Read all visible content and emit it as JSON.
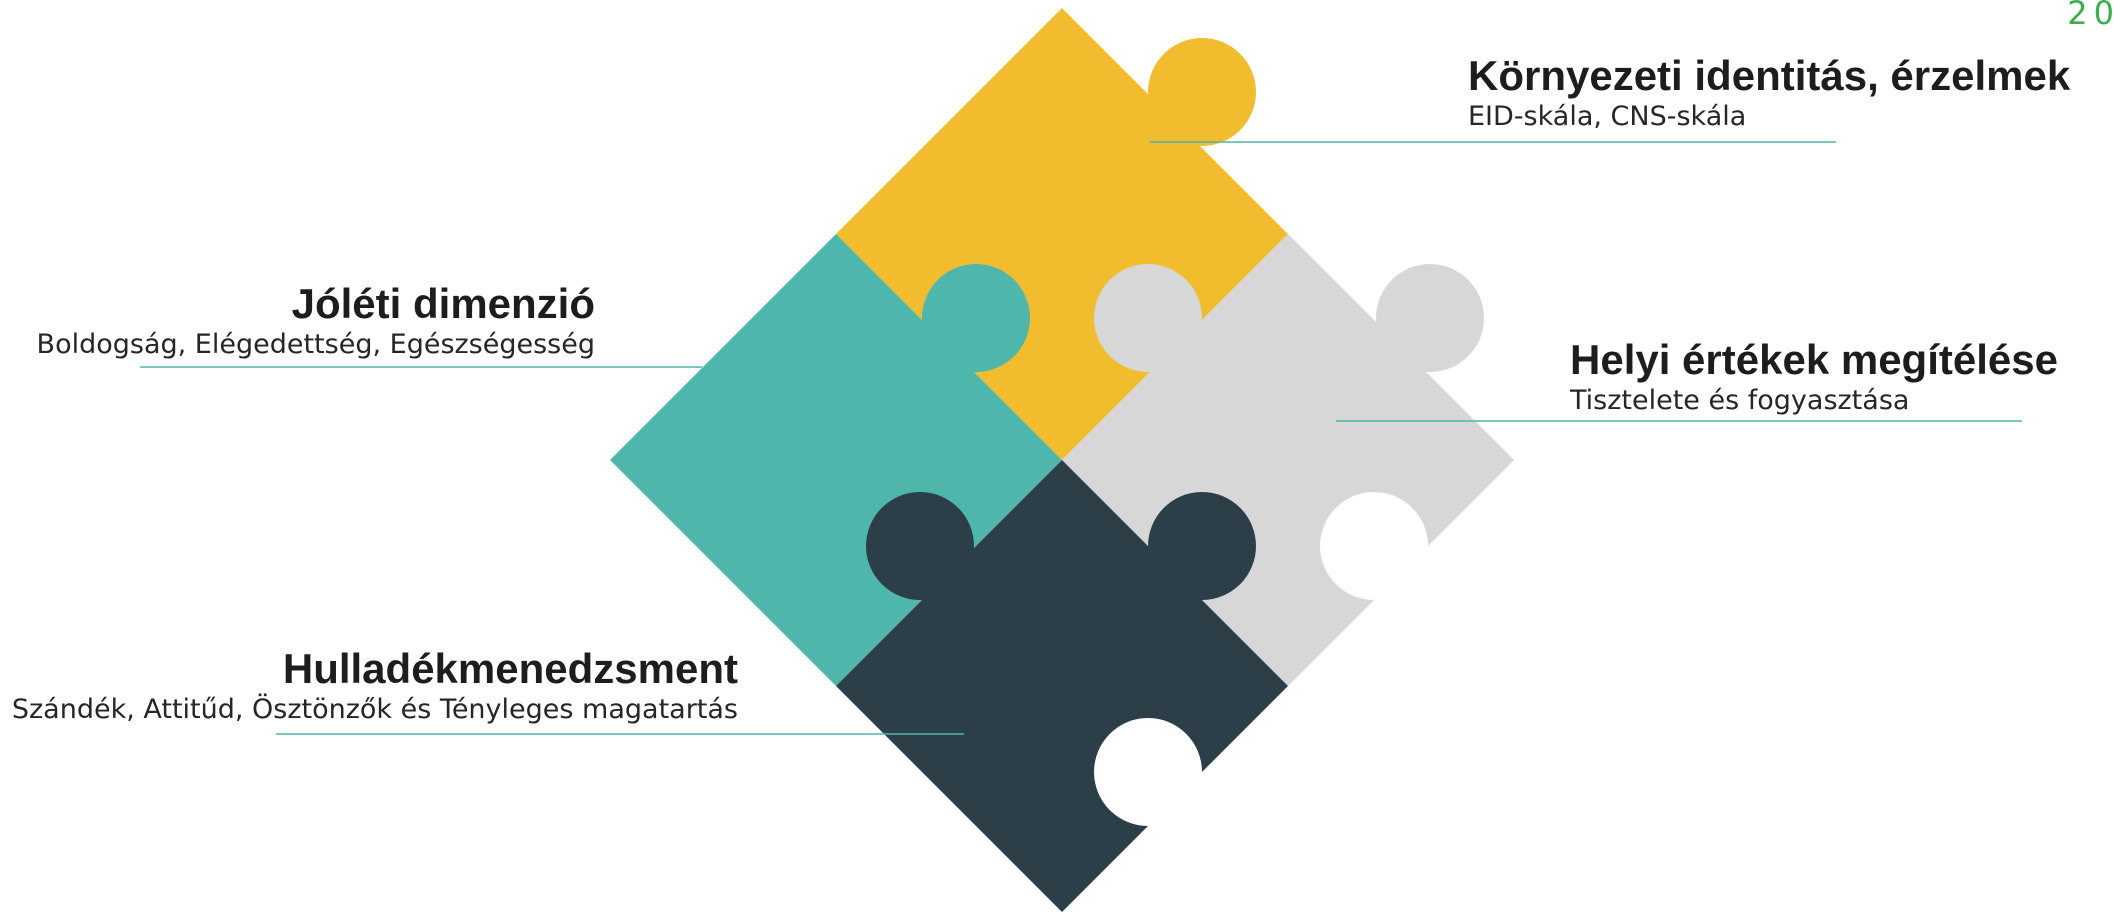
{
  "page": {
    "number": "20"
  },
  "colors": {
    "yellow": "#f1bd2f",
    "teal": "#4eb6aa",
    "light_grey": "#d7d7d7",
    "dark_slate": "#2c3e48",
    "connector": "#4eb6aa"
  },
  "pieces": [
    {
      "name": "identity",
      "color": "yellow"
    },
    {
      "name": "wellbeing",
      "color": "teal"
    },
    {
      "name": "values",
      "color": "light_grey"
    },
    {
      "name": "waste",
      "color": "dark_slate"
    }
  ],
  "labels": {
    "identity": {
      "heading": "Környezeti identitás, érzelmek",
      "subtitle": "EID-skála, CNS-skála"
    },
    "wellbeing": {
      "heading": "Jóléti dimenzió",
      "subtitle": "Boldogság, Elégedettség, Egészségesség"
    },
    "values": {
      "heading": "Helyi értékek megítélése",
      "subtitle": "Tisztelete és fogyasztása"
    },
    "waste": {
      "heading": "Hulladékmenedzsment",
      "subtitle": "Szándék, Attitűd, Ösztönzők és Tényleges magatartás"
    }
  }
}
